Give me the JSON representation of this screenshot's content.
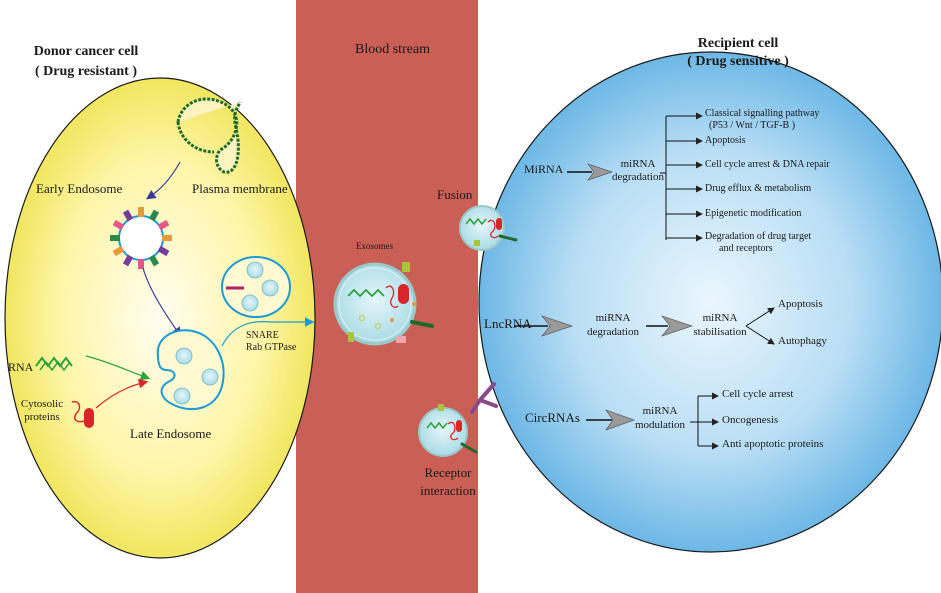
{
  "donor": {
    "title": "Donor cancer cell",
    "subtitle": "( Drug resistant )",
    "early_endosome": "Early Endosome",
    "plasma_membrane": "Plasma membrane",
    "rna": "RNA",
    "cytosolic_1": "Cytosolic",
    "cytosolic_2": "proteins",
    "late_endosome": "Late Endosome",
    "snare": "SNARE",
    "rab": "Rab GTPase"
  },
  "blood": {
    "title": "Blood stream",
    "exosomes": "Exosomes",
    "fusion": "Fusion",
    "receptor_1": "Receptor",
    "receptor_2": "interaction"
  },
  "recipient": {
    "title": "Recipient cell",
    "subtitle": "( Drug sensitive )",
    "mirna": {
      "source": "MiRNA",
      "step_1": "miRNA",
      "step_2": "degradation",
      "outcomes": [
        "Classical signalling pathway",
        "(P53 / Wnt / TGF-B )",
        "Apoptosis",
        "Cell cycle arrest & DNA repair",
        "Drug efflux & metabolism",
        "Epigenetic modification",
        "Degradation of drug target",
        "and receptors"
      ]
    },
    "lncrna": {
      "source": "LncRNA",
      "step1_1": "miRNA",
      "step1_2": "degradation",
      "step2_1": "miRNA",
      "step2_2": "stabilisation",
      "outcomes": [
        "Apoptosis",
        "Autophagy"
      ]
    },
    "circrna": {
      "source": "CircRNAs",
      "step_1": "miRNA",
      "step_2": "modulation",
      "outcomes": [
        "Cell cycle arrest",
        "Oncogenesis",
        "Anti apoptotic proteins"
      ]
    }
  },
  "colors": {
    "blood": "#c95f55",
    "donor_center": "#fffbd8",
    "donor_edge": "#ece24a",
    "recipient_center": "#d9effa",
    "recipient_edge": "#4aa3dc",
    "vesicle": "#bfe6ee",
    "rna": "#2aa33a",
    "protein": "#d8262a"
  }
}
